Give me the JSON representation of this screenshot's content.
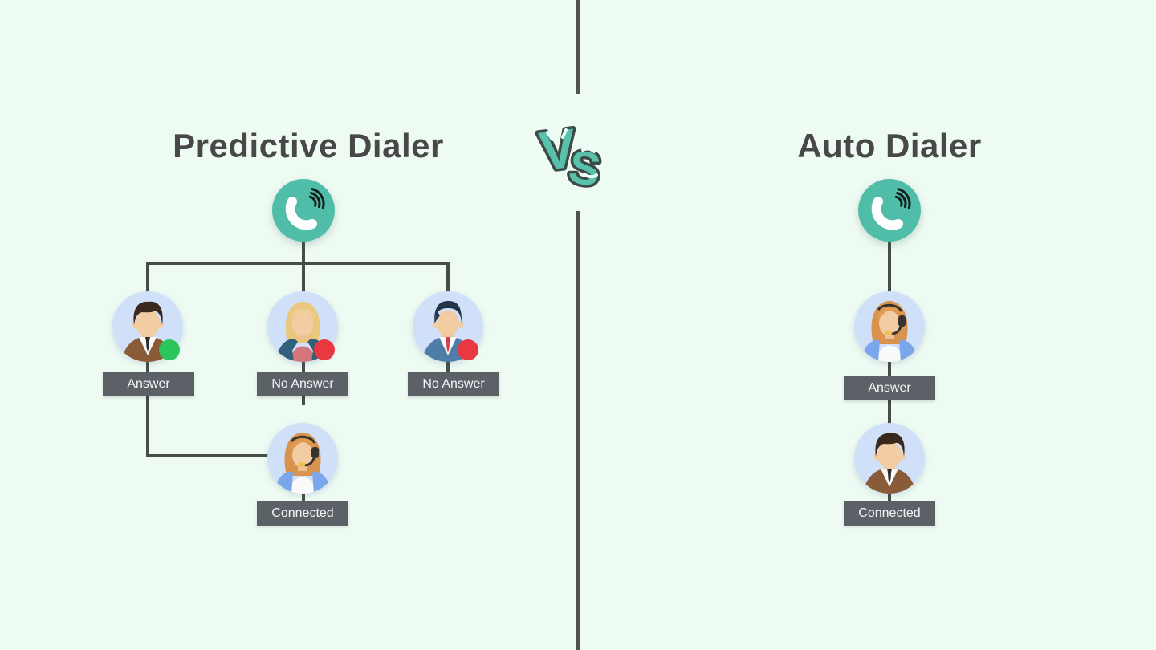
{
  "canvas": {
    "background_color": "#eefbf3"
  },
  "divider": {
    "color": "#4f544f"
  },
  "connector_color": "#474c48",
  "vs_badge": {
    "letter_v": "V",
    "letter_s": "S",
    "fill_color": "#57c1ab",
    "outline_color": "#3e4a46"
  },
  "left_panel": {
    "title": "Predictive Dialer",
    "phone_icon": "phone-call-icon",
    "contacts": [
      {
        "avatar_icon": "businessman-brown-suit-avatar-icon",
        "status": "answered",
        "status_dot_color": "#2bc55b",
        "label": "Answer"
      },
      {
        "avatar_icon": "businesswoman-blonde-avatar-icon",
        "status": "no-answer",
        "status_dot_color": "#e93842",
        "label": "No Answer"
      },
      {
        "avatar_icon": "businessman-blue-suit-avatar-icon",
        "status": "no-answer",
        "status_dot_color": "#e93842",
        "label": "No Answer"
      }
    ],
    "outcome": {
      "avatar_icon": "support-agent-headset-avatar-icon",
      "label": "Connected"
    }
  },
  "right_panel": {
    "title": "Auto Dialer",
    "phone_icon": "phone-call-icon",
    "steps": [
      {
        "avatar_icon": "support-agent-headset-avatar-icon",
        "label": "Answer"
      },
      {
        "avatar_icon": "businessman-brown-suit-avatar-icon",
        "label": "Connected"
      }
    ]
  },
  "colors": {
    "title_text": "#484848",
    "label_background": "#5b6167",
    "label_text": "#f4f5f6",
    "phone_circle": "#4fbda8",
    "avatar_background": "#cfe0f8"
  }
}
